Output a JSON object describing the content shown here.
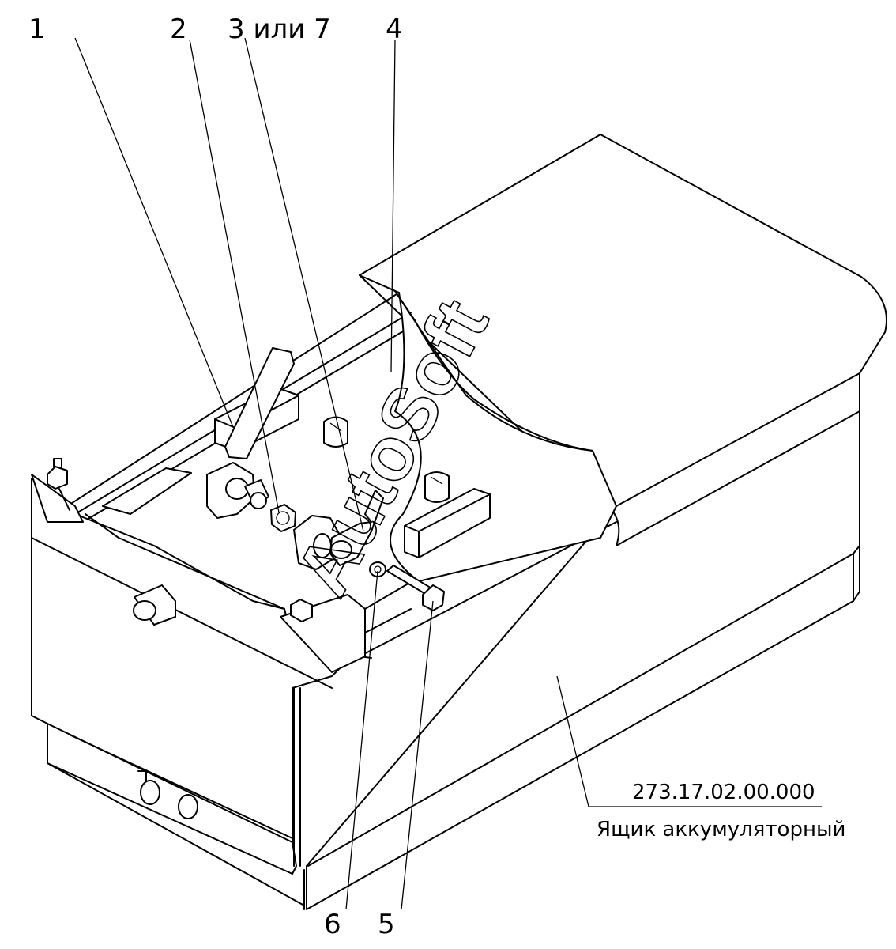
{
  "callouts": {
    "c1": "1",
    "c2": "2",
    "c3": "3 или 7",
    "c4": "4",
    "c5": "5",
    "c6": "6"
  },
  "part_number": "273.17.02.00.000",
  "part_name": "Ящик аккумуляторный",
  "watermark": "AutoSoft"
}
